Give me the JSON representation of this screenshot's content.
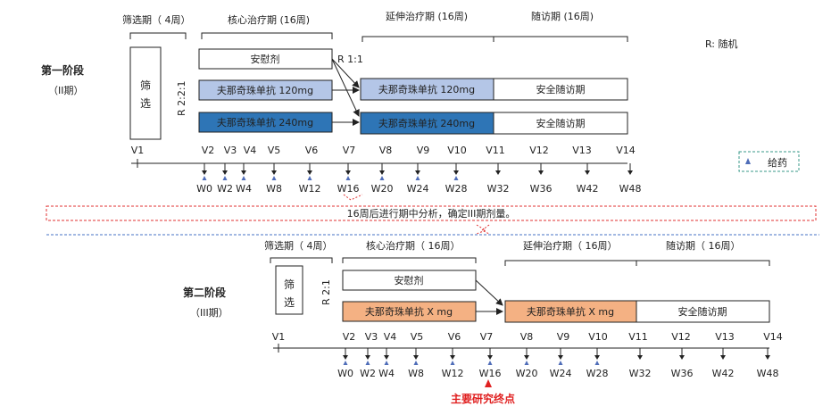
{
  "legend": {
    "r_label": "R:  随机",
    "dosing_label": "给药",
    "dosing_color": "#4f6db8"
  },
  "colors": {
    "light_blue_fill": "#b4c6e7",
    "dark_blue_fill": "#2e75b6",
    "orange_fill": "#f4b183",
    "dashed_red": "#e03030",
    "divider_blue": "#4472c4",
    "endpoint_red": "#e02020"
  },
  "banner": {
    "text": "16周后进行期中分析，确定III期剂量。"
  },
  "phase1": {
    "title": "第一阶段",
    "subtitle": "（II期）",
    "period_screen": "筛选期（ 4周）",
    "period_core": "核心治疗期 (16周)",
    "period_extension": "延伸治疗期 (16周)",
    "period_followup": "随访期 (16周)",
    "screen_box": "筛选",
    "randomization": "R 2:2:1",
    "rerandomization": "R 1:1",
    "arm_placebo": "安慰剂",
    "arm_120": "夫那奇珠单抗 120mg",
    "arm_240": "夫那奇珠单抗 240mg",
    "ext_120": "夫那奇珠单抗 120mg",
    "ext_240": "夫那奇珠单抗 240mg",
    "followup_1": "安全随访期",
    "followup_2": "安全随访期",
    "visits": [
      "V1",
      "V2",
      "V3",
      "V4",
      "V5",
      "V6",
      "V7",
      "V8",
      "V9",
      "V10",
      "V11",
      "V12",
      "V13",
      "V14"
    ],
    "weeks": [
      "W0",
      "W2",
      "W4",
      "W8",
      "W12",
      "W16",
      "W20",
      "W24",
      "W28",
      "W32",
      "W36",
      "W42",
      "W48"
    ]
  },
  "phase2": {
    "title": "第二阶段",
    "subtitle": "（III期）",
    "period_screen": "筛选期（ 4周）",
    "period_core": "核心治疗期（ 16周）",
    "period_extension": "延伸治疗期（ 16周）",
    "period_followup": "随访期（ 16周）",
    "screen_box": "筛选",
    "randomization": "R 2:1",
    "arm_placebo": "安慰剂",
    "arm_x": "夫那奇珠单抗 X mg",
    "ext_x": "夫那奇珠单抗 X mg",
    "followup": "安全随访期",
    "visits": [
      "V1",
      "V2",
      "V3",
      "V4",
      "V5",
      "V6",
      "V7",
      "V8",
      "V9",
      "V10",
      "V11",
      "V12",
      "V13",
      "V14"
    ],
    "weeks": [
      "W0",
      "W2",
      "W4",
      "W8",
      "W12",
      "W16",
      "W20",
      "W24",
      "W28",
      "W32",
      "W36",
      "W42",
      "W48"
    ],
    "primary_endpoint": "主要研究终点"
  }
}
